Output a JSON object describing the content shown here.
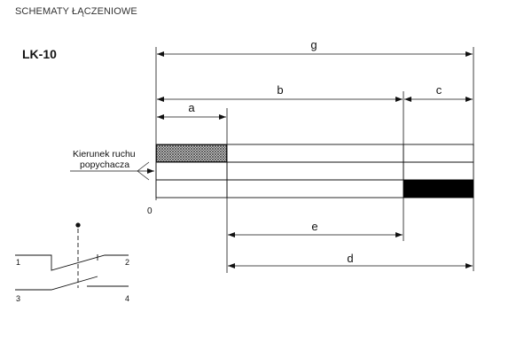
{
  "header": {
    "title": "SCHEMATY ŁĄCZENIOWE"
  },
  "model": {
    "name": "LK-10"
  },
  "dimensions": {
    "g": "g",
    "b": "b",
    "c": "c",
    "a": "a",
    "e": "e",
    "d": "d"
  },
  "annotation": {
    "direction_line1": "Kierunek ruchu",
    "direction_line2": "popychacza",
    "origin": "0"
  },
  "terminals": {
    "t1": "1",
    "t2": "2",
    "t3": "3",
    "t4": "4"
  },
  "colors": {
    "line": "#111111",
    "fill_black": "#000000",
    "hatch": "#555555"
  }
}
